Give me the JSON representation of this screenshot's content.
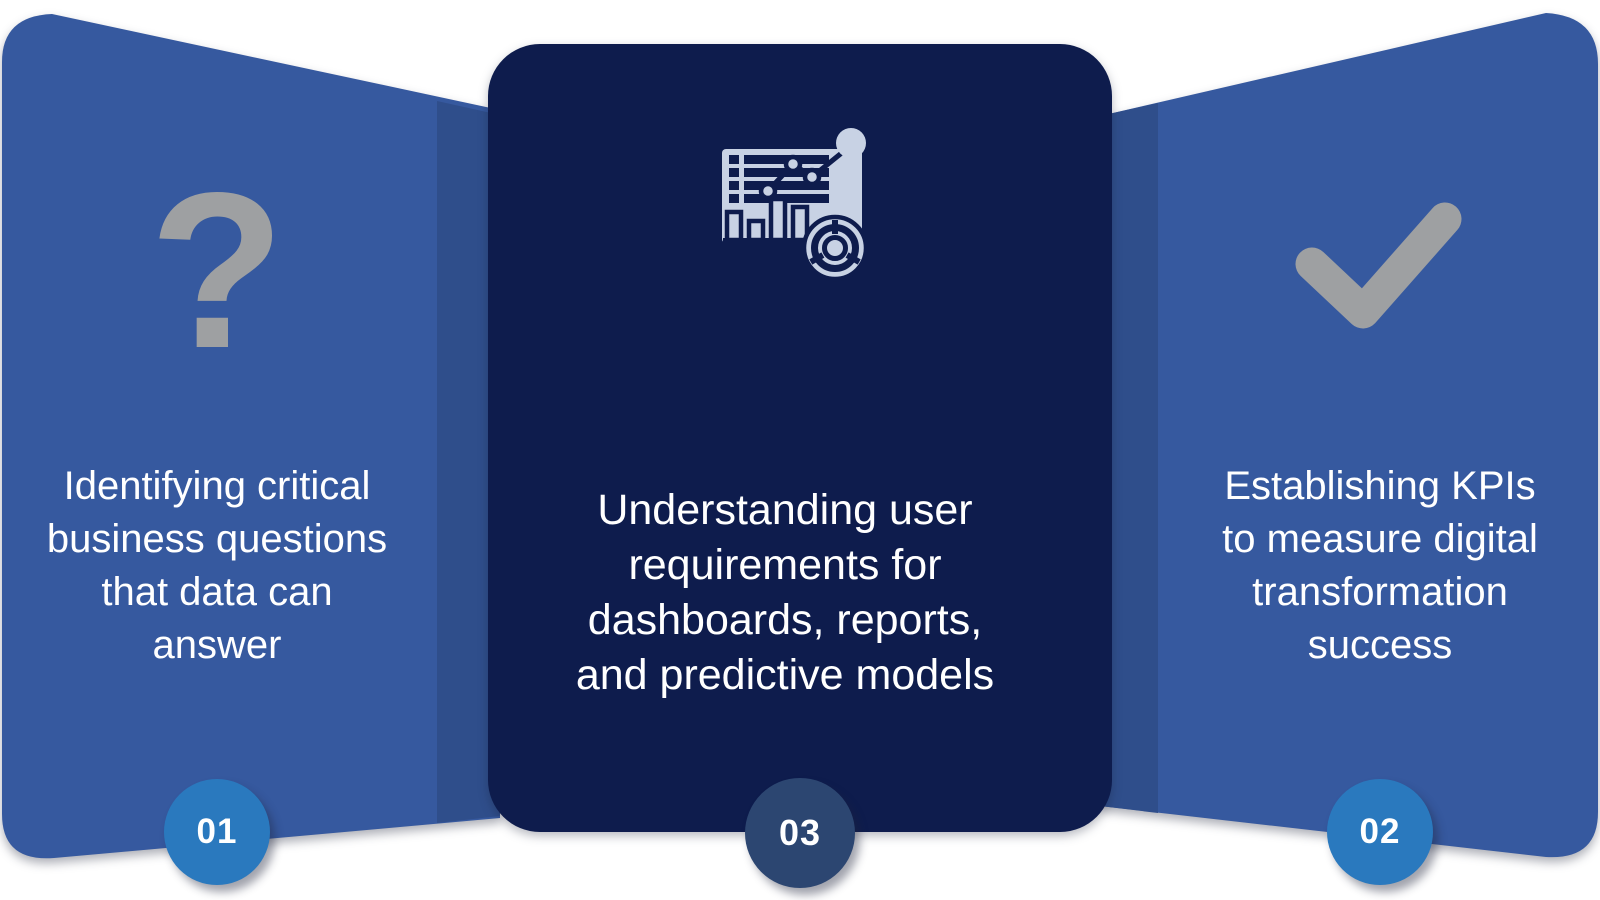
{
  "slide": {
    "panels": [
      {
        "id": "left",
        "number": "01",
        "icon": "question-mark-icon",
        "icon_glyph": "?",
        "lines": [
          "Identifying critical",
          "business questions",
          "that data can",
          "answer"
        ],
        "text": "Identifying critical business questions that data can answer"
      },
      {
        "id": "center",
        "number": "03",
        "icon": "dashboard-analytics-icon",
        "lines": [
          "Understanding user",
          "requirements for",
          "dashboards, reports,",
          "and predictive models"
        ],
        "text": "Understanding user requirements for dashboards, reports, and predictive models"
      },
      {
        "id": "right",
        "number": "02",
        "icon": "checkmark-icon",
        "lines": [
          "Establishing KPIs",
          "to measure digital",
          "transformation",
          "success"
        ],
        "text": "Establishing KPIs to measure digital transformation success"
      }
    ],
    "colors": {
      "page_blue": "#36599F",
      "fold_blue": "#2F4E8B",
      "panel_navy": "#0E1C4D",
      "badge_blue": "#2A79BE",
      "badge_navy": "#2C4671",
      "icon_gray": "#9EA0A2",
      "icon_light": "#C8D2E4",
      "text_white": "#FFFFFF",
      "background": "#FFFFFF"
    }
  }
}
